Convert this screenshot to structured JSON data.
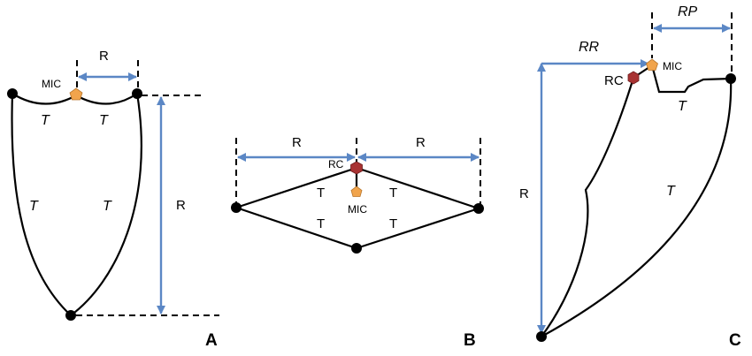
{
  "colors": {
    "arrow": "#5b87c5",
    "node": "#000000",
    "mic_marker": "#f1a44c",
    "rc_marker": "#a83232",
    "line": "#000000"
  },
  "panels": {
    "A": {
      "panel_label": "A",
      "dim_top": "R",
      "dim_side": "R",
      "mic_label": "MIC",
      "edge_top_left": "T",
      "edge_top_right": "T",
      "edge_side_left": "T",
      "edge_side_right": "T"
    },
    "B": {
      "panel_label": "B",
      "dim_left": "R",
      "dim_right": "R",
      "rc_label": "RC",
      "mic_label": "MIC",
      "edge_upper_left": "T",
      "edge_upper_right": "T",
      "edge_lower_left": "T",
      "edge_lower_right": "T"
    },
    "C": {
      "panel_label": "C",
      "dim_top": "RP",
      "dim_left": "RR",
      "dim_side": "R",
      "rc_label": "RC",
      "mic_label": "MIC",
      "edge_top": "T",
      "edge_side": "T"
    }
  }
}
